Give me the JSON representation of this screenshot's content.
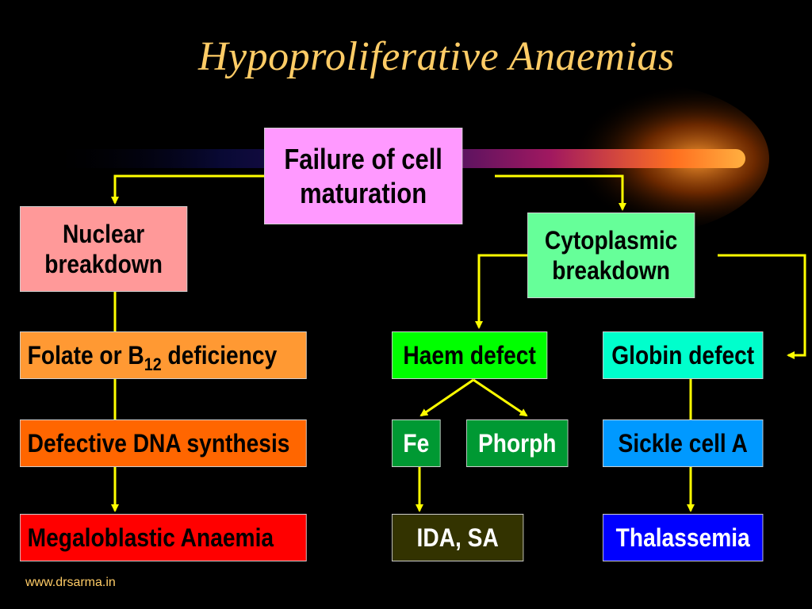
{
  "title": "Hypoproliferative Anaemias",
  "footer": "www.drsarma.in",
  "colors": {
    "background": "#000000",
    "title": "#FFCC66",
    "connector": "#FFFF00",
    "failure": "#FF99FF",
    "nuclear": "#FF9999",
    "cytoplasmic": "#66FF99",
    "folate": "#FF9933",
    "dna": "#FF6600",
    "megaloblastic": "#FF0000",
    "haem": "#00FF00",
    "fe_phorph": "#009933",
    "ida": "#333300",
    "globin": "#00FFCC",
    "sickle": "#0099FF",
    "thalassemia": "#0000FF"
  },
  "nodes": {
    "failure": {
      "line1": "Failure of cell",
      "line2": "maturation"
    },
    "nuclear": {
      "line1": "Nuclear",
      "line2": "breakdown"
    },
    "cytoplasmic": {
      "line1": "Cytoplasmic",
      "line2": "breakdown"
    },
    "folate": {
      "pre": "Folate or B",
      "sub": "12",
      "post": " deficiency"
    },
    "dna": "Defective DNA synthesis",
    "megaloblastic": "Megaloblastic Anaemia",
    "haem": "Haem defect",
    "globin": "Globin defect",
    "fe": "Fe",
    "phorph": "Phorph",
    "sickle": "Sickle cell A",
    "ida": "IDA, SA",
    "thalassemia": "Thalassemia"
  }
}
